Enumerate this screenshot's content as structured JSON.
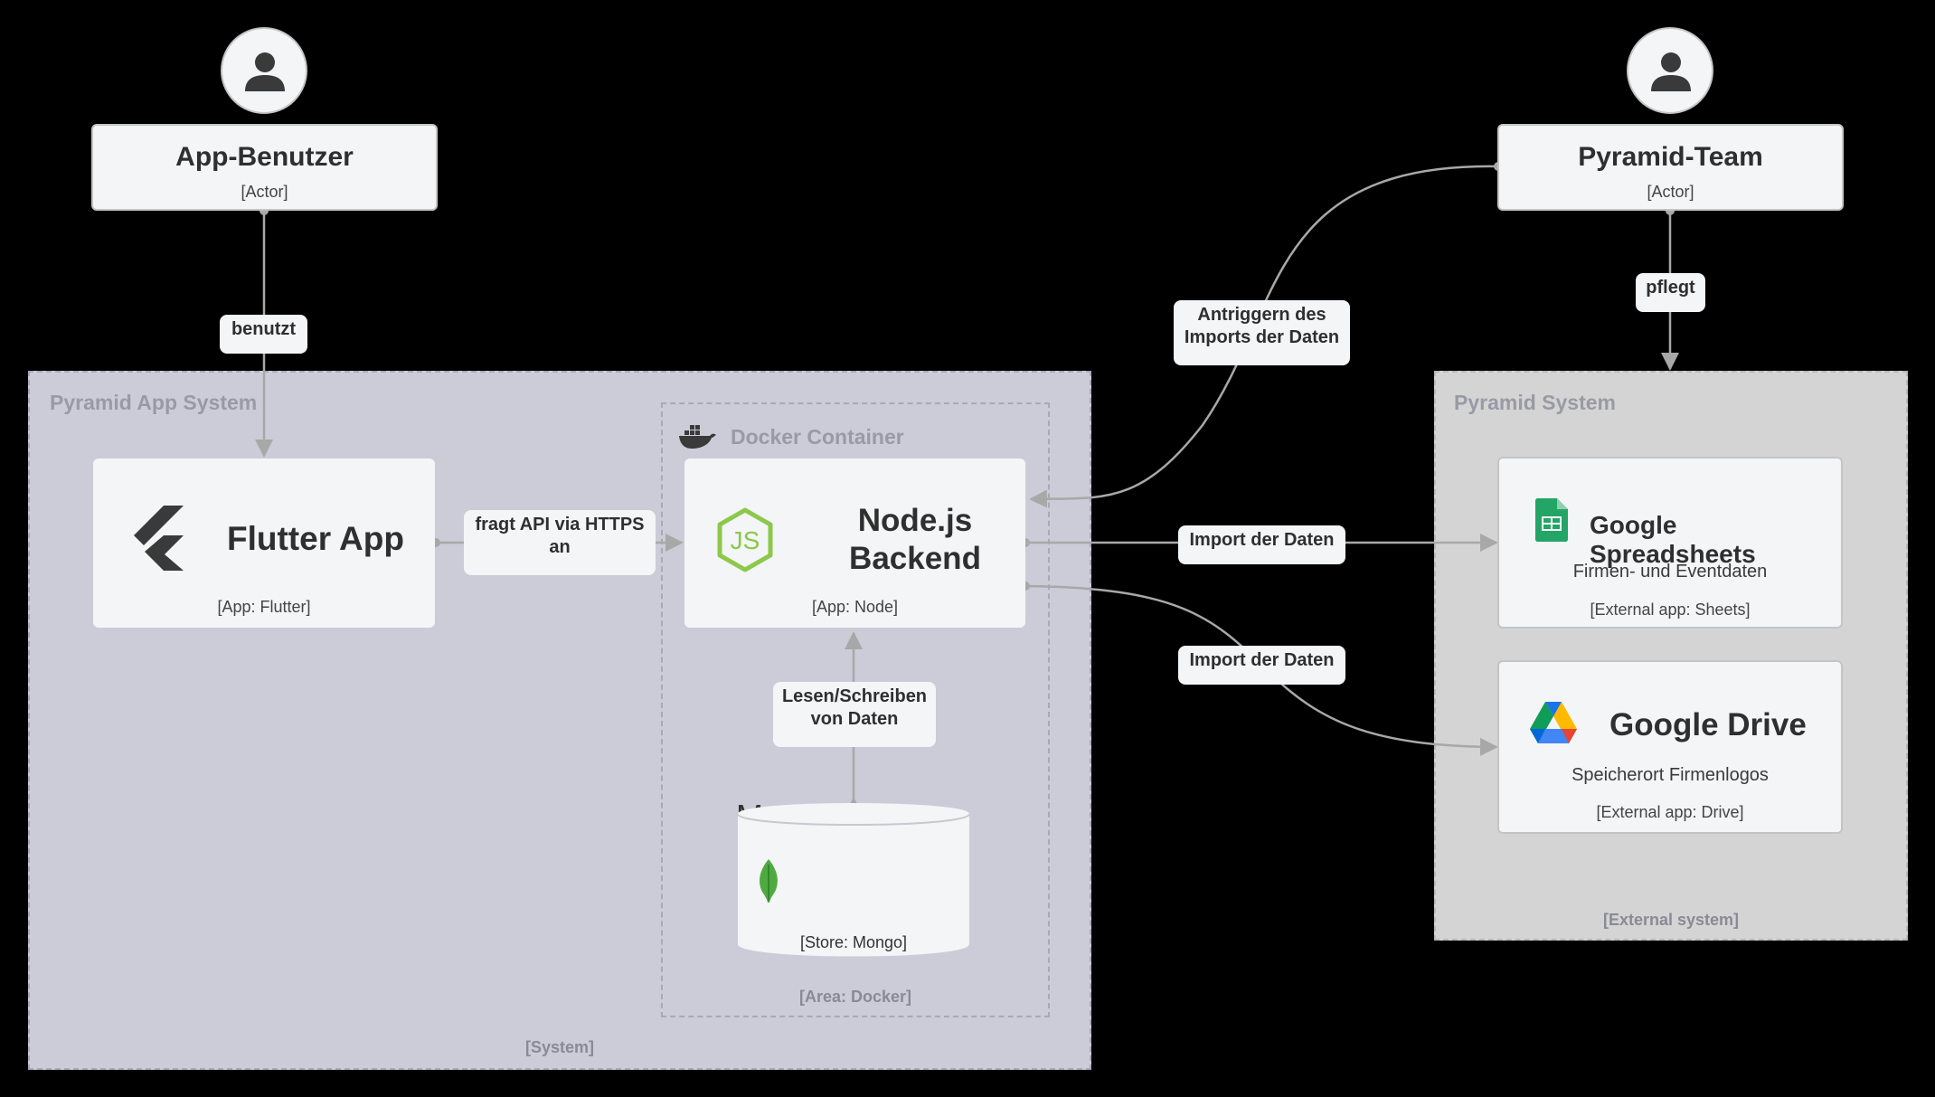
{
  "actors": {
    "app_user": {
      "name": "App-Benutzer",
      "tag": "[Actor]"
    },
    "team": {
      "name": "Pyramid-Team",
      "tag": "[Actor]"
    }
  },
  "systems": {
    "app_system": {
      "title": "Pyramid App System",
      "tag": "[System]"
    },
    "docker": {
      "title": "Docker Container",
      "tag": "[Area: Docker]"
    },
    "external": {
      "title": "Pyramid System",
      "tag": "[External system]"
    }
  },
  "containers": {
    "flutter": {
      "name": "Flutter App",
      "tag": "[App: Flutter]",
      "icon": "flutter-icon"
    },
    "node": {
      "name_line1": "Node.js",
      "name_line2": "Backend",
      "tag": "[App: Node]",
      "icon": "nodejs-icon"
    },
    "mongo": {
      "name": "MongoDB",
      "tag": "[Store: Mongo]",
      "icon": "mongodb-icon"
    },
    "sheets": {
      "name": "Google Spreadsheets",
      "desc": "Firmen- und Eventdaten",
      "tag": "[External app: Sheets]",
      "icon": "google-sheets-icon"
    },
    "drive": {
      "name": "Google Drive",
      "desc": "Speicherort Firmenlogos",
      "tag": "[External app: Drive]",
      "icon": "google-drive-icon"
    }
  },
  "edges": {
    "uses": "benutzt",
    "api_1": "fragt API via HTTPS",
    "api_2": "an",
    "trigger_1": "Antriggern des",
    "trigger_2": "Imports der Daten",
    "maintains": "pflegt",
    "import_sheets": "Import der Daten",
    "import_drive": "Import der Daten",
    "rw_1": "Lesen/Schreiben",
    "rw_2": "von Daten"
  },
  "colors": {
    "background": "#000000",
    "app_system": "#ccccd8",
    "external_system": "#d4d4d4",
    "node": "#f3f5f6",
    "edge": "#a8a8a8",
    "nodejs_green": "#8cc84b",
    "mongo_green": "#4faa41"
  }
}
